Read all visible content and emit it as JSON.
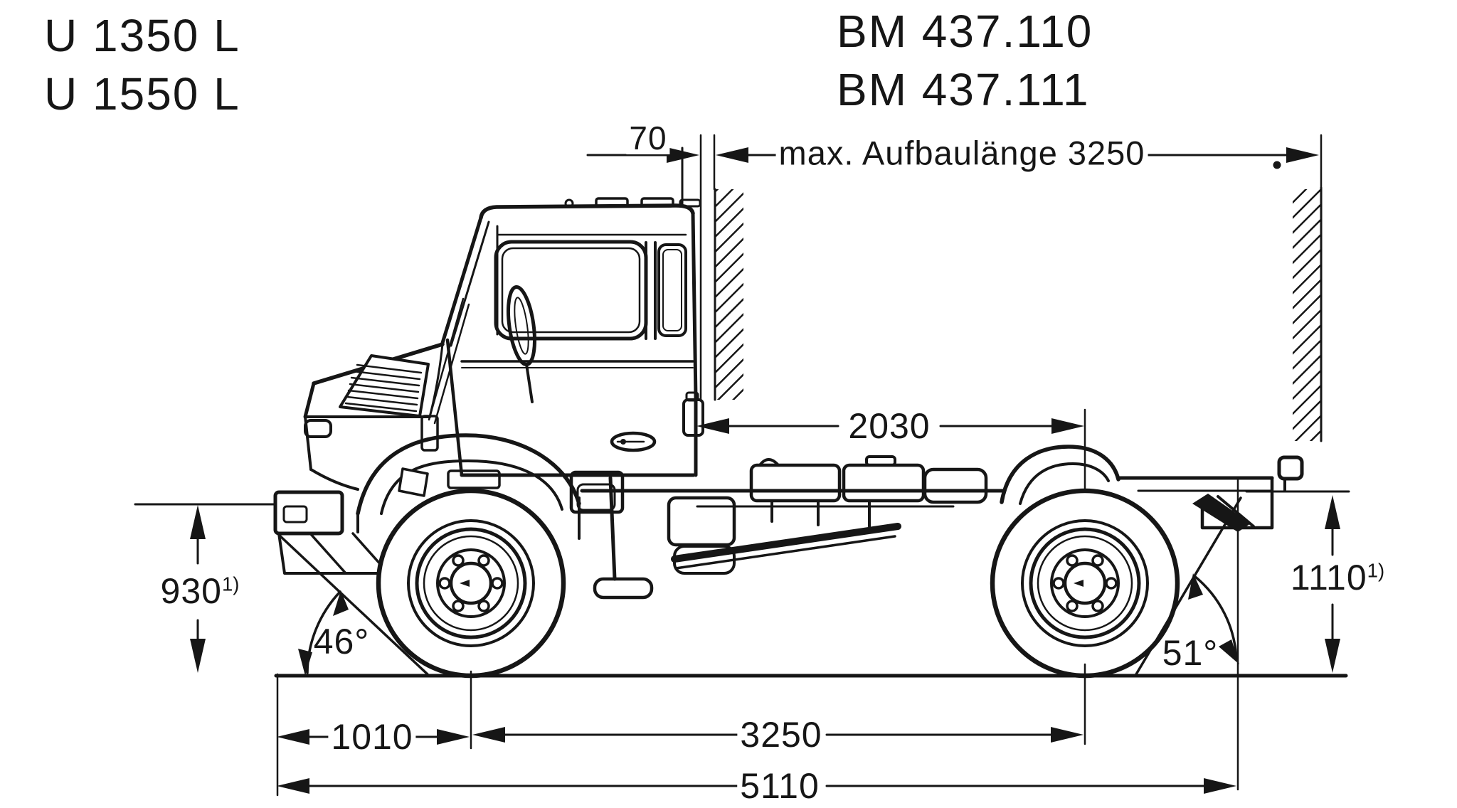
{
  "header": {
    "models": [
      "U 1350 L",
      "U 1550 L"
    ],
    "type_codes": [
      "BM 437.110",
      "BM 437.111"
    ]
  },
  "dimensions_mm": {
    "cab_to_body_clearance": "70",
    "max_body_length_label": "max. Aufbaulänge 3250",
    "cab_back_to_rear_axle": "2030",
    "front_frame_height": "930",
    "rear_frame_height": "1110",
    "height_footnote_marker": "1)",
    "approach_angle": "46°",
    "departure_angle": "51°",
    "front_overhang": "1010",
    "wheelbase": "3250",
    "overall_length": "5110"
  },
  "style": {
    "ink_color": "#161616",
    "paper_color": "#ffffff"
  }
}
